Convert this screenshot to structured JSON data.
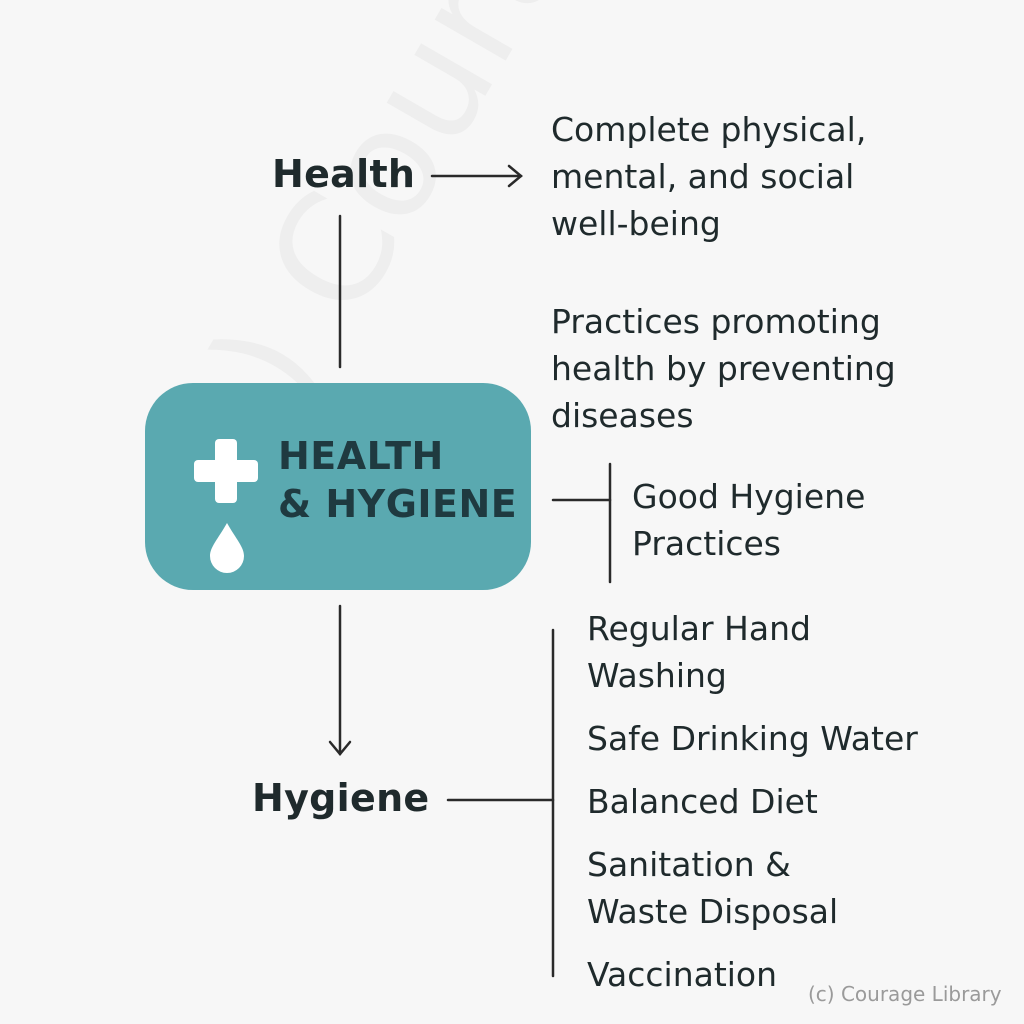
{
  "diagram": {
    "health_label": "Health",
    "health_definition": "Complete physical, mental, and social well-being",
    "center_title_line1": "HEALTH",
    "center_title_line2": "& HYGIENE",
    "hygiene_definition": "Practices promoting health by preventing diseases",
    "good_practices_label": "Good Hygiene Practices",
    "hygiene_label": "Hygiene",
    "practices": [
      "Regular Hand Washing",
      "Safe Drinking Water",
      "Balanced Diet",
      "Sanitation & Waste Disposal",
      "Vaccination"
    ]
  },
  "icons": [
    "plus-icon",
    "water-drop-icon"
  ],
  "colors": {
    "accent": "#5aa9b0",
    "text": "#1f2a2c",
    "line": "#2a2a2a"
  },
  "watermark": "(c) Courage Library",
  "credit": "(c) Courage Library"
}
